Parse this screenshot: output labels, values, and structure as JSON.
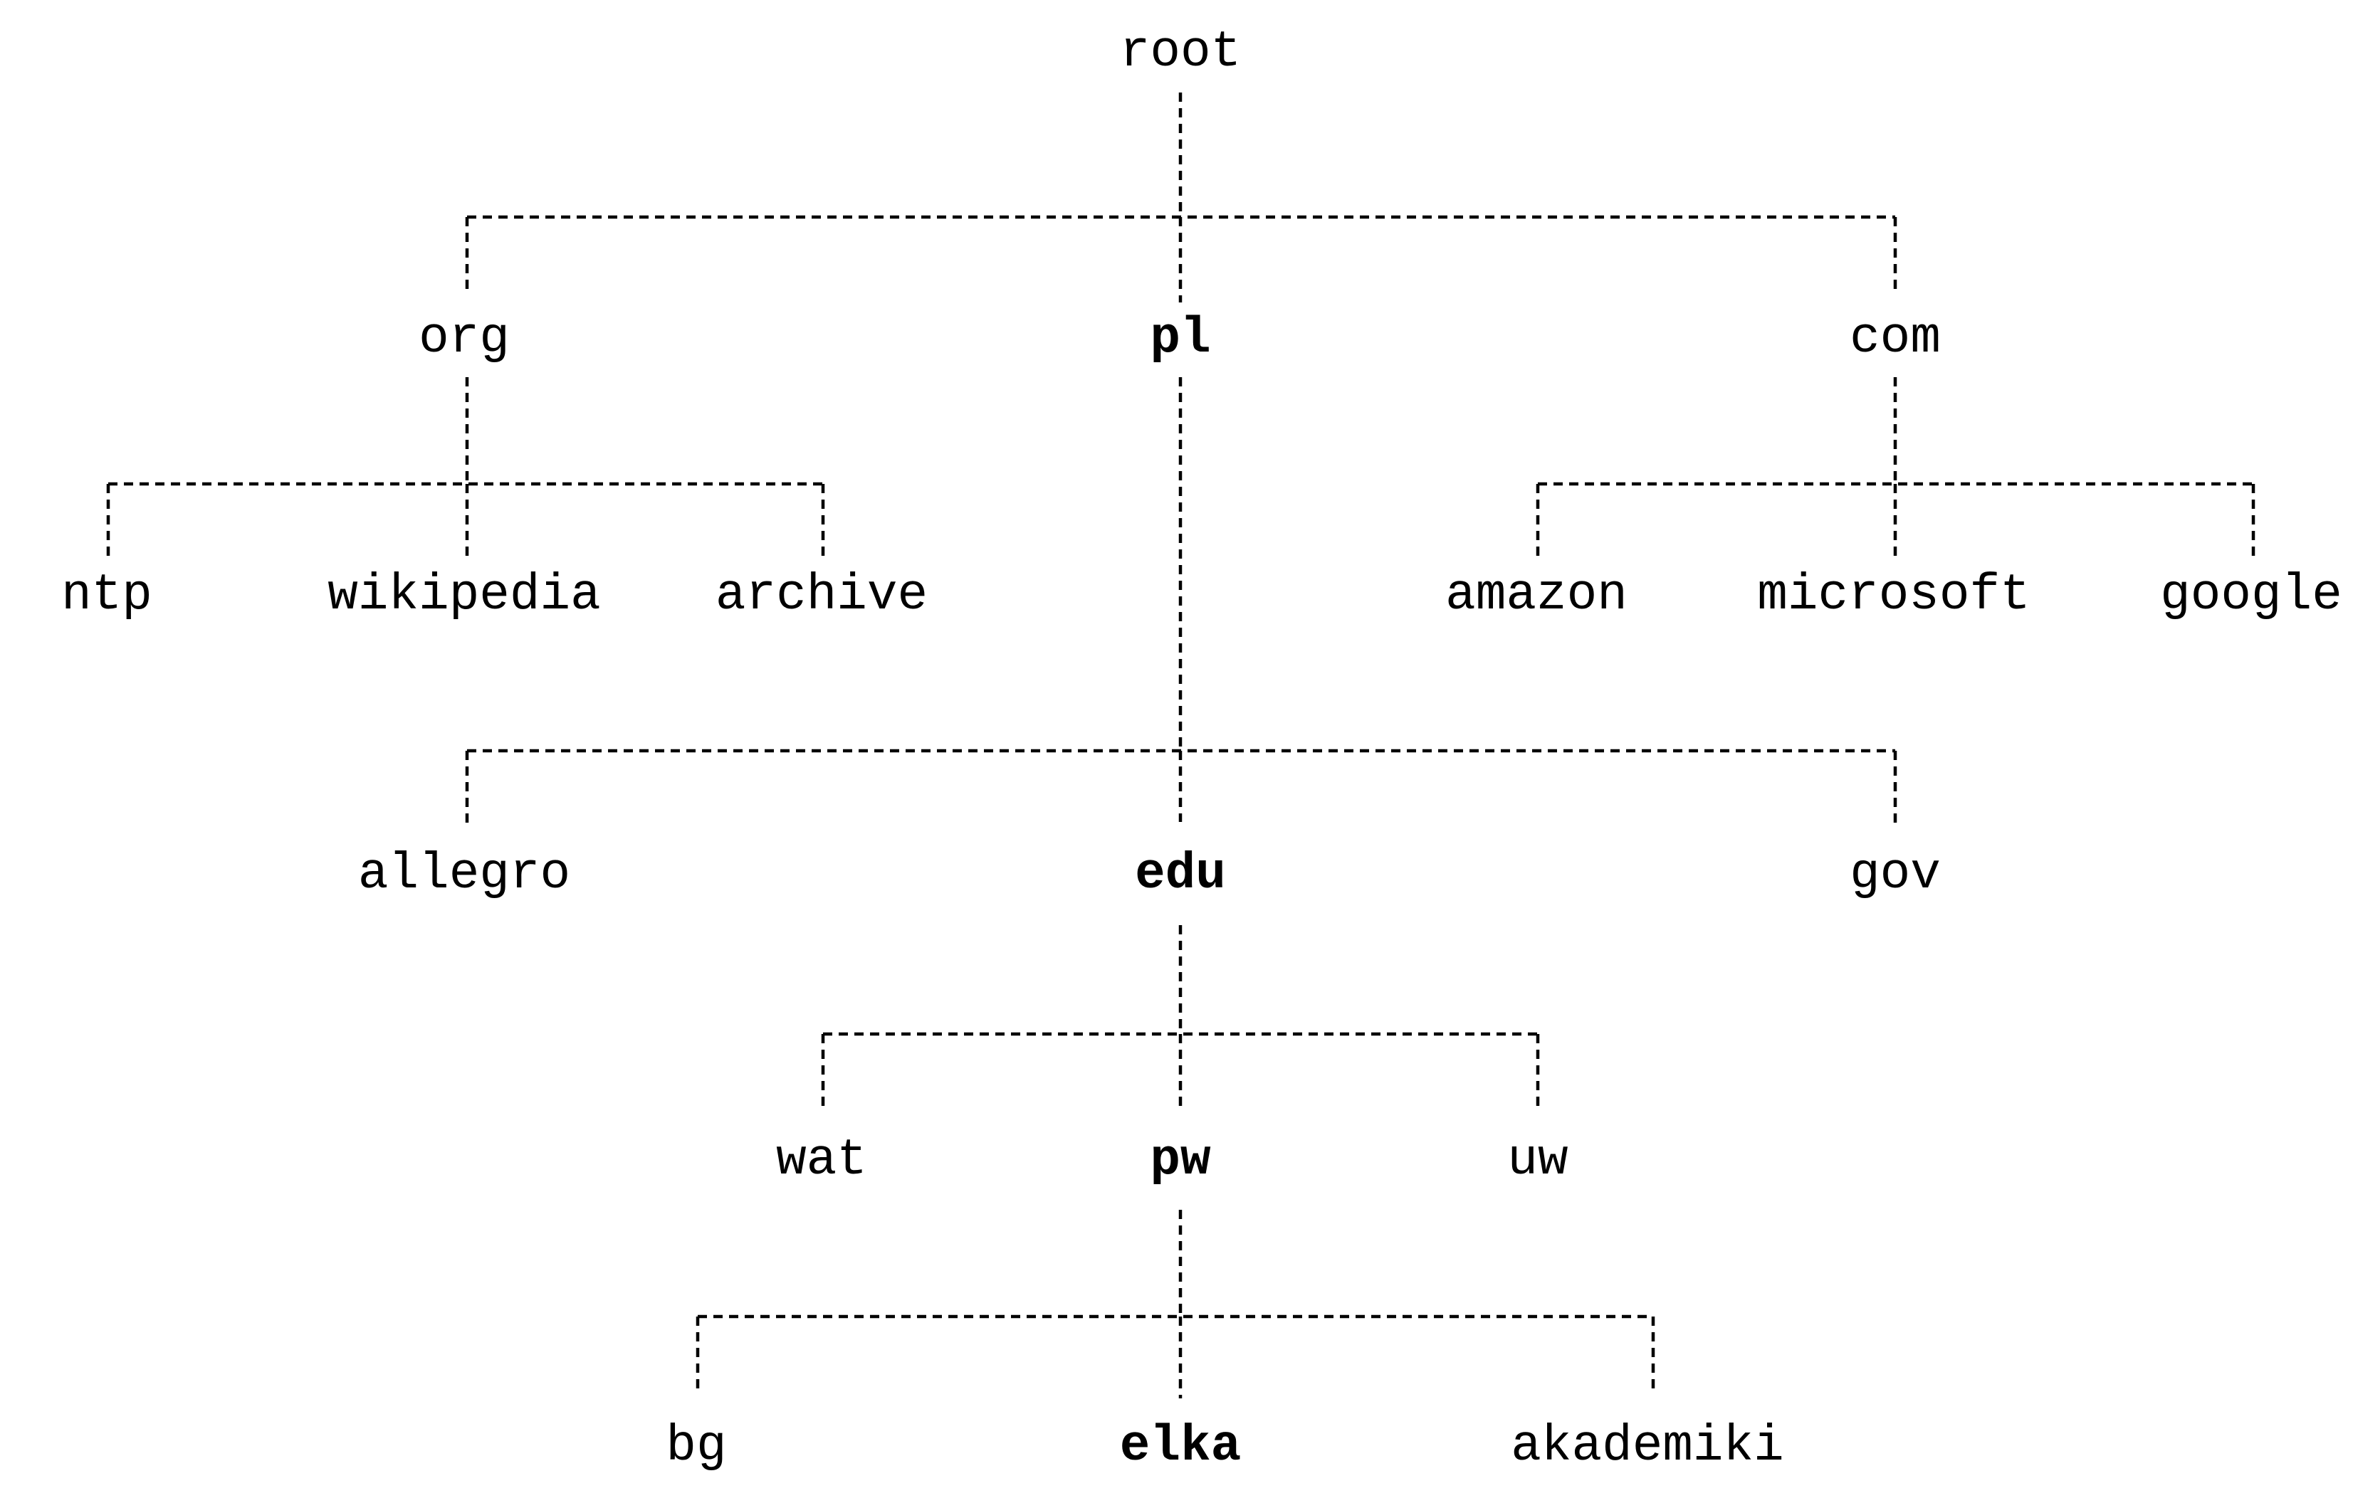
{
  "tree": {
    "root": {
      "label": "root"
    },
    "level1": {
      "org": {
        "label": "org"
      },
      "pl": {
        "label": "pl"
      },
      "com": {
        "label": "com"
      }
    },
    "org_children": {
      "ntp": {
        "label": "ntp"
      },
      "wikipedia": {
        "label": "wikipedia"
      },
      "archive": {
        "label": "archive"
      }
    },
    "com_children": {
      "amazon": {
        "label": "amazon"
      },
      "microsoft": {
        "label": "microsoft"
      },
      "google": {
        "label": "google"
      }
    },
    "pl_children": {
      "allegro": {
        "label": "allegro"
      },
      "edu": {
        "label": "edu"
      },
      "gov": {
        "label": "gov"
      }
    },
    "edu_children": {
      "wat": {
        "label": "wat"
      },
      "pw": {
        "label": "pw"
      },
      "uw": {
        "label": "uw"
      }
    },
    "pw_children": {
      "bg": {
        "label": "bg"
      },
      "elka": {
        "label": "elka"
      },
      "akademiki": {
        "label": "akademiki"
      }
    }
  },
  "highlighted_path": [
    "pl",
    "edu",
    "pw",
    "elka"
  ]
}
